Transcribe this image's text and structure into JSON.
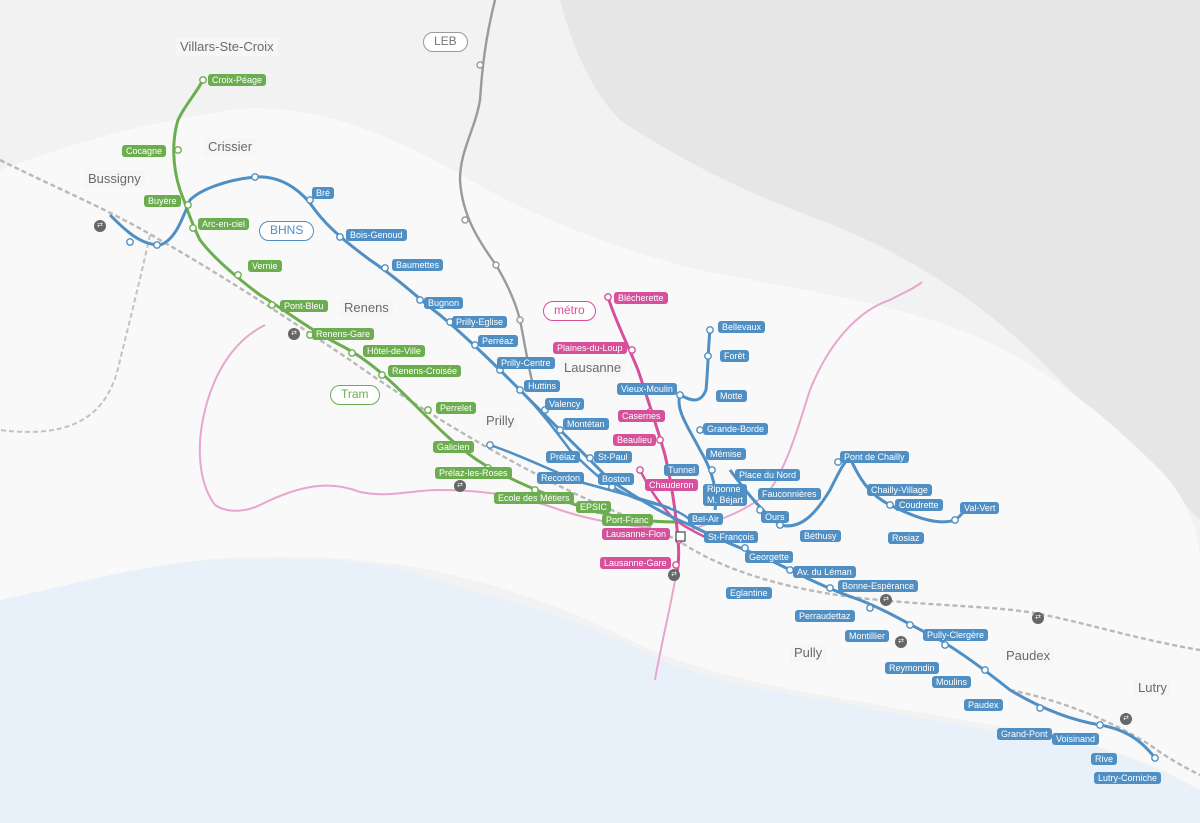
{
  "colors": {
    "tram": "#6cae4f",
    "bhns": "#4f8fc4",
    "metro": "#d6509b",
    "metro_light": "#e8a6cf",
    "leb": "#9a9a9a",
    "lake": "#e8f1fa",
    "land": "#f2f2f2",
    "rail": "#b9b9b9"
  },
  "places": [
    "Villars-Ste-Croix",
    "Crissier",
    "Bussigny",
    "Renens",
    "Lausanne",
    "Prilly",
    "Pully",
    "Paudex",
    "Lutry"
  ],
  "lines": {
    "leb": "LEB",
    "bhns": "BHNS",
    "metro": "métro",
    "tram": "Tram"
  },
  "stations": {
    "green": [
      "Croix-Péage",
      "Cocagne",
      "Buyère",
      "Arc-en-ciel",
      "Vernie",
      "Pont-Bleu",
      "Renens-Gare",
      "Hôtel-de-Ville",
      "Renens-Croisée",
      "Perrelet",
      "Galicien",
      "Prélaz-les-Roses",
      "Ecole des Métiers",
      "EPSIC",
      "Port-Franc"
    ],
    "pink": [
      "Blécherette",
      "Plaines-du-Loup",
      "Casernes",
      "Beaulieu",
      "Chauderon",
      "Lausanne-Flon",
      "Lausanne-Gare"
    ],
    "blue": [
      "Bré",
      "Bois-Genoud",
      "Baumettes",
      "Bugnon",
      "Prilly-Eglise",
      "Perréaz",
      "Prilly-Centre",
      "Huttins",
      "Valency",
      "Montétan",
      "Prélaz",
      "St-Paul",
      "Recordon",
      "Boston",
      "Vieux-Moulin",
      "Bellevaux",
      "Forêt",
      "Motte",
      "Grande-Borde",
      "Mémise",
      "Tunnel",
      "Place du Nord",
      "Riponne M. Béjart",
      "Fauconnières",
      "Ours",
      "Béthusy",
      "Pont de Chailly",
      "Chailly-Village",
      "Coudrette",
      "Val-Vert",
      "Rosiaz",
      "Bel-Air",
      "St-François",
      "Georgette",
      "Av. du Léman",
      "Bonne-Espérance",
      "Eglantine",
      "Perraudettaz",
      "Montillier",
      "Pully-Clergère",
      "Reymondin",
      "Moulins",
      "Paudex",
      "Grand-Pont",
      "Voisinand",
      "Rive",
      "Lutry-Corniche"
    ]
  }
}
